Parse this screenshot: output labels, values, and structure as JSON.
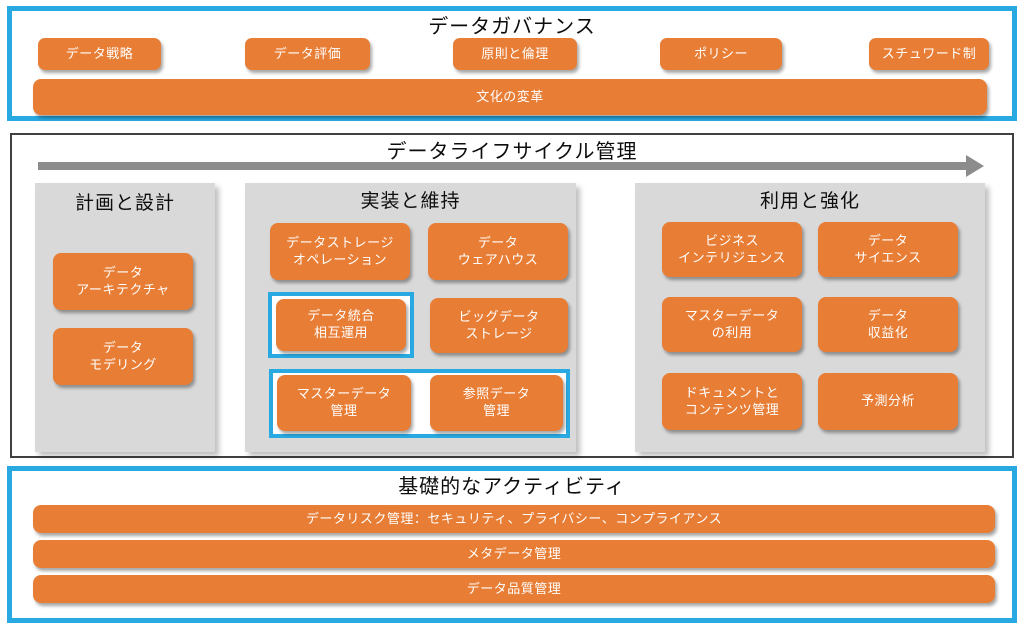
{
  "colors": {
    "card_orange": "#E87D35",
    "highlight_blue": "#29A9E1",
    "panel_gray": "#D9D9D9",
    "arrow_gray": "#8C8C8C",
    "frame_dark": "#404040"
  },
  "governance": {
    "title": "データガバナンス",
    "items": [
      "データ戦略",
      "データ評価",
      "原則と倫理",
      "ポリシー",
      "スチュワード制"
    ],
    "full_width_item": "文化の変革"
  },
  "lifecycle": {
    "title": "データライフサイクル管理",
    "columns": [
      {
        "title": "計画と設計",
        "items": [
          "データ\nアーキテクチャ",
          "データ\nモデリング"
        ]
      },
      {
        "title": "実装と維持",
        "items": [
          "データストレージ\nオペレーション",
          "データ\nウェアハウス",
          "データ統合\n相互運用",
          "ビッグデータ\nストレージ",
          "マスターデータ\n管理",
          "参照データ\n管理"
        ],
        "highlighted": [
          "データ統合 相互運用",
          "マスターデータ管理",
          "参照データ管理"
        ]
      },
      {
        "title": "利用と強化",
        "items": [
          "ビジネス\nインテリジェンス",
          "データ\nサイエンス",
          "マスターデータ\nの利用",
          "データ\n収益化",
          "ドキュメントと\nコンテンツ管理",
          "予測分析"
        ]
      }
    ]
  },
  "foundational": {
    "title": "基礎的なアクティビティ",
    "bars": [
      "データリスク管理：セキュリティ、プライバシー、コンプライアンス",
      "メタデータ管理",
      "データ品質管理"
    ]
  }
}
